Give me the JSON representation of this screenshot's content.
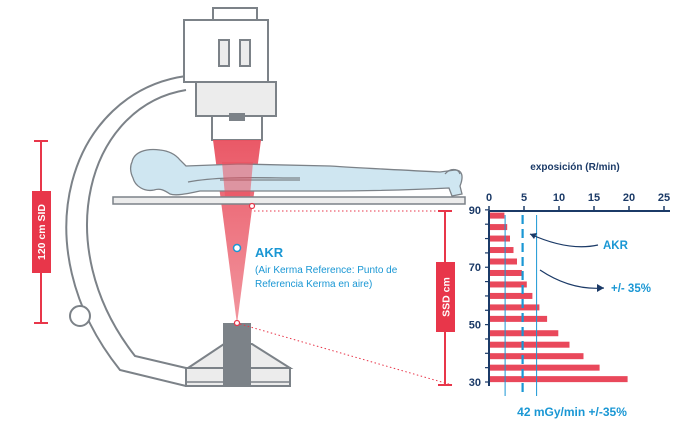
{
  "colors": {
    "accent_blue": "#1a97d4",
    "label_red": "#e8364a",
    "beam_red": "#e9505f",
    "bar_red": "#e9485b",
    "navy": "#1b3a67",
    "machine_gray": "#7c8288",
    "machine_fill": "#ececec",
    "patient_fill": "#cfe6f1"
  },
  "labels": {
    "sid": "120 cm SID",
    "ssd": "SSD cm",
    "akr_title": "AKR",
    "akr_desc_line1": "(Air Kerma Reference: Punto de",
    "akr_desc_line2": "Referencia Kerma en aire)"
  },
  "chart_data": {
    "type": "bar",
    "title": "exposición (R/min)",
    "x_axis": {
      "ticks": [
        0,
        5,
        10,
        15,
        20,
        25
      ],
      "range": [
        0,
        25
      ],
      "position": "top"
    },
    "y_axis": {
      "label": "SSD cm",
      "ticks": [
        90,
        70,
        50,
        30
      ],
      "range": [
        30,
        91
      ]
    },
    "series": [
      {
        "values": [
          {
            "ssd": 88,
            "r_per_min": 2.2
          },
          {
            "ssd": 84,
            "r_per_min": 2.6
          },
          {
            "ssd": 80,
            "r_per_min": 3.0
          },
          {
            "ssd": 76,
            "r_per_min": 3.5
          },
          {
            "ssd": 72,
            "r_per_min": 4.0
          },
          {
            "ssd": 68,
            "r_per_min": 4.7
          },
          {
            "ssd": 64,
            "r_per_min": 5.4
          },
          {
            "ssd": 60,
            "r_per_min": 6.2
          },
          {
            "ssd": 56,
            "r_per_min": 7.2
          },
          {
            "ssd": 52,
            "r_per_min": 8.3
          },
          {
            "ssd": 47,
            "r_per_min": 9.9
          },
          {
            "ssd": 43,
            "r_per_min": 11.5
          },
          {
            "ssd": 39,
            "r_per_min": 13.5
          },
          {
            "ssd": 35,
            "r_per_min": 15.8
          },
          {
            "ssd": 31,
            "r_per_min": 19.8
          }
        ]
      }
    ],
    "reference_lines": [
      {
        "r_per_min": 2.3,
        "style": "thin"
      },
      {
        "r_per_min": 4.8,
        "style": "dashed"
      },
      {
        "r_per_min": 6.8,
        "style": "thin"
      }
    ],
    "annotations": {
      "akr": "AKR",
      "tolerance": "+/-  35%",
      "footer": "42 mGy/min +/-35%"
    }
  }
}
